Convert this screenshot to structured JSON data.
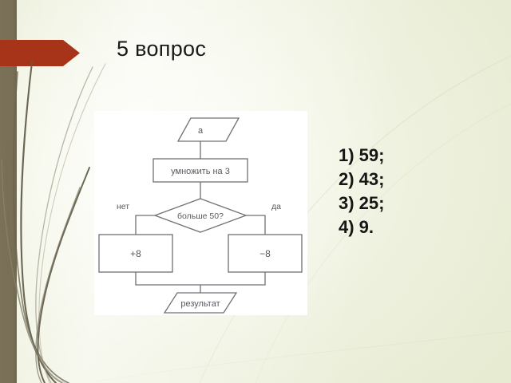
{
  "slide": {
    "title": "5 вопрос",
    "background_color": "#e9edd6",
    "accent_color": "#a73418",
    "sidebar_color": "#786f55"
  },
  "answers": {
    "items": [
      "1) 59;",
      "2) 43;",
      "3) 25;",
      "4) 9."
    ]
  },
  "flowchart": {
    "nodes": {
      "input": "а",
      "process": "умножить на 3",
      "decision": "больше 50?",
      "branch_no": "+8",
      "branch_yes": "−8",
      "output": "результат"
    },
    "edge_labels": {
      "no": "нет",
      "yes": "да"
    }
  }
}
